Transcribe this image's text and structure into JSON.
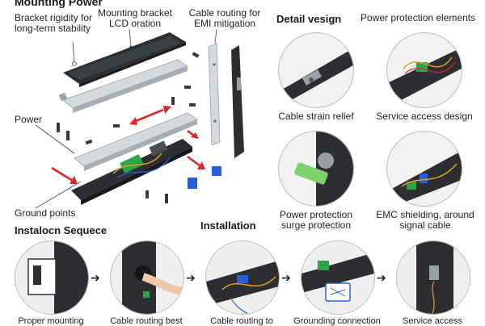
{
  "title": "Mounting Power",
  "exploded_labels": {
    "bracket_rigidity": "Bracket rigidity for long-term stability",
    "mounting_bracket": "Mounting bracket LCD oration",
    "cable_routing_emi": "Cable routing for EMI mitigation",
    "power": "Power",
    "ground_points": "Ground points"
  },
  "detail": {
    "heading": "Detail vesign",
    "items": [
      {
        "label": "Power protection elements"
      },
      {
        "label": "Cable strain relief"
      },
      {
        "label": "Service access design"
      },
      {
        "label": "Power protection surge protection"
      },
      {
        "label": "EMC shielding, around signal cable"
      }
    ]
  },
  "installation": {
    "heading_left": "Instalocn Sequece",
    "heading_center": "Installation",
    "steps": [
      {
        "label": "Proper mounting"
      },
      {
        "label": "Cable routing best"
      },
      {
        "label": "Cable routing to"
      },
      {
        "label": "Grounding connection"
      },
      {
        "label": "Service access"
      }
    ]
  },
  "colors": {
    "accent_red": "#d9262c",
    "connector_green": "#2fa34a",
    "connector_blue": "#2b5fd9",
    "metal": "#c9ccd1",
    "dark_panel": "#2c2e31"
  }
}
